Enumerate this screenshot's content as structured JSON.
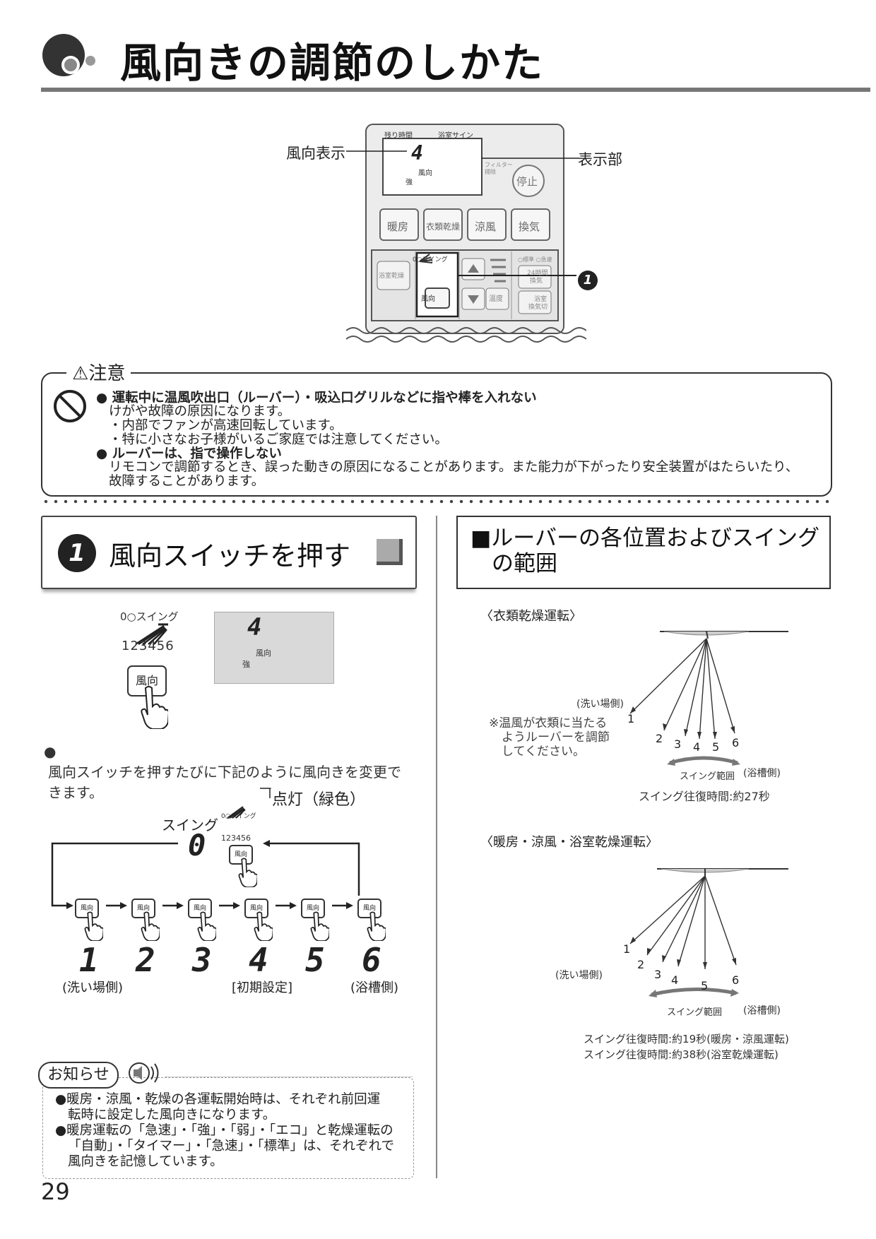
{
  "header": {
    "title": "風向きの調節のしかた"
  },
  "remote": {
    "label_wind_display": "風向表示",
    "label_display_area": "表示部",
    "top_label_left": "残り時間",
    "top_label_right": "浴室サイン",
    "screen_digit": "4",
    "screen_wind": "風向",
    "screen_strength": "強",
    "filter_label": "フィルター",
    "filter_sub": "掃除",
    "stop_button": "停止",
    "mode_buttons": [
      "暖房",
      "衣類乾燥",
      "涼風",
      "換気"
    ],
    "bath_dry_button": "浴室乾燥",
    "swing_label": "0○スイング",
    "wind_button": "風向",
    "temp_button": "温度",
    "right_top": "○標準 ○急速",
    "h24": "24時間",
    "h24_sub": "換気",
    "bath_vent": "浴室",
    "bath_vent_sub": "換気切",
    "callout": "1"
  },
  "caution": {
    "title": "注意",
    "icon": "prohibited-icon",
    "items": [
      {
        "heading": "運転中に温風吹出口（ルーバー）・吸込口グリルなどに指や棒を入れない",
        "lines": [
          "けがや故障の原因になります。",
          "・内部でファンが高速回転しています。",
          "・特に小さなお子様がいるご家庭では注意してください。"
        ]
      },
      {
        "heading": "ルーバーは、指で操作しない",
        "lines": [
          "リモコンで調節するとき、誤った動きの原因になることがあります。また能力が下がったり安全装置がはたらいたり、",
          "故障することがあります。"
        ]
      }
    ]
  },
  "step": {
    "number": "1",
    "title": "風向スイッチを押す"
  },
  "illustration": {
    "swing": "0○スイング",
    "nums": "123456",
    "button": "風向",
    "lcd_digit": "4",
    "lcd_wind": "風向",
    "lcd_strength": "強"
  },
  "body": {
    "bullet": "風向スイッチを押すたびに下記のように風向きを変更できます。"
  },
  "cycle": {
    "lit_label": "点灯（緑色）",
    "swing_label": "スイング",
    "swing_digit": "0",
    "mini_swing": "0○スイング",
    "mini_nums": "123456",
    "button": "風向",
    "digits": [
      "1",
      "2",
      "3",
      "4",
      "5",
      "6"
    ],
    "label_washing": "(洗い場側)",
    "label_initial": "[初期設定]",
    "label_tub": "(浴槽側)"
  },
  "notice": {
    "title": "お知らせ",
    "icon": "speaker-icon",
    "items": [
      [
        "暖房・涼風・乾燥の各運転開始時は、それぞれ前回運",
        "転時に設定した風向きになります。"
      ],
      [
        "暖房運転の「急速」・「強」・「弱」・「エコ」と乾燥運転の",
        "「自動」・「タイマー」・「急速」・「標準」は、それぞれで",
        "風向きを記憶しています。"
      ]
    ]
  },
  "range": {
    "title_line1": "■ルーバーの各位置およびスイング",
    "title_line2": "の範囲",
    "diagram1": {
      "caption": "〈衣類乾燥運転〉",
      "label_washing": "(洗い場側)",
      "label_tub": "(浴槽側)",
      "note": [
        "※温風が衣類に当たる",
        "ようルーバーを調節",
        "してください。"
      ],
      "swing_range": "スイング範囲",
      "time": "スイング往復時間:約27秒",
      "positions": [
        "1",
        "2",
        "3",
        "4",
        "5",
        "6"
      ]
    },
    "diagram2": {
      "caption": "〈暖房・涼風・浴室乾燥運転〉",
      "label_washing": "(洗い場側)",
      "label_tub": "(浴槽側)",
      "swing_range": "スイング範囲",
      "time1": "スイング往復時間:約19秒(暖房・涼風運転)",
      "time2": "スイング往復時間:約38秒(浴室乾燥運転)",
      "positions": [
        "1",
        "2",
        "3",
        "4",
        "5",
        "6"
      ]
    }
  },
  "page_number": "29"
}
